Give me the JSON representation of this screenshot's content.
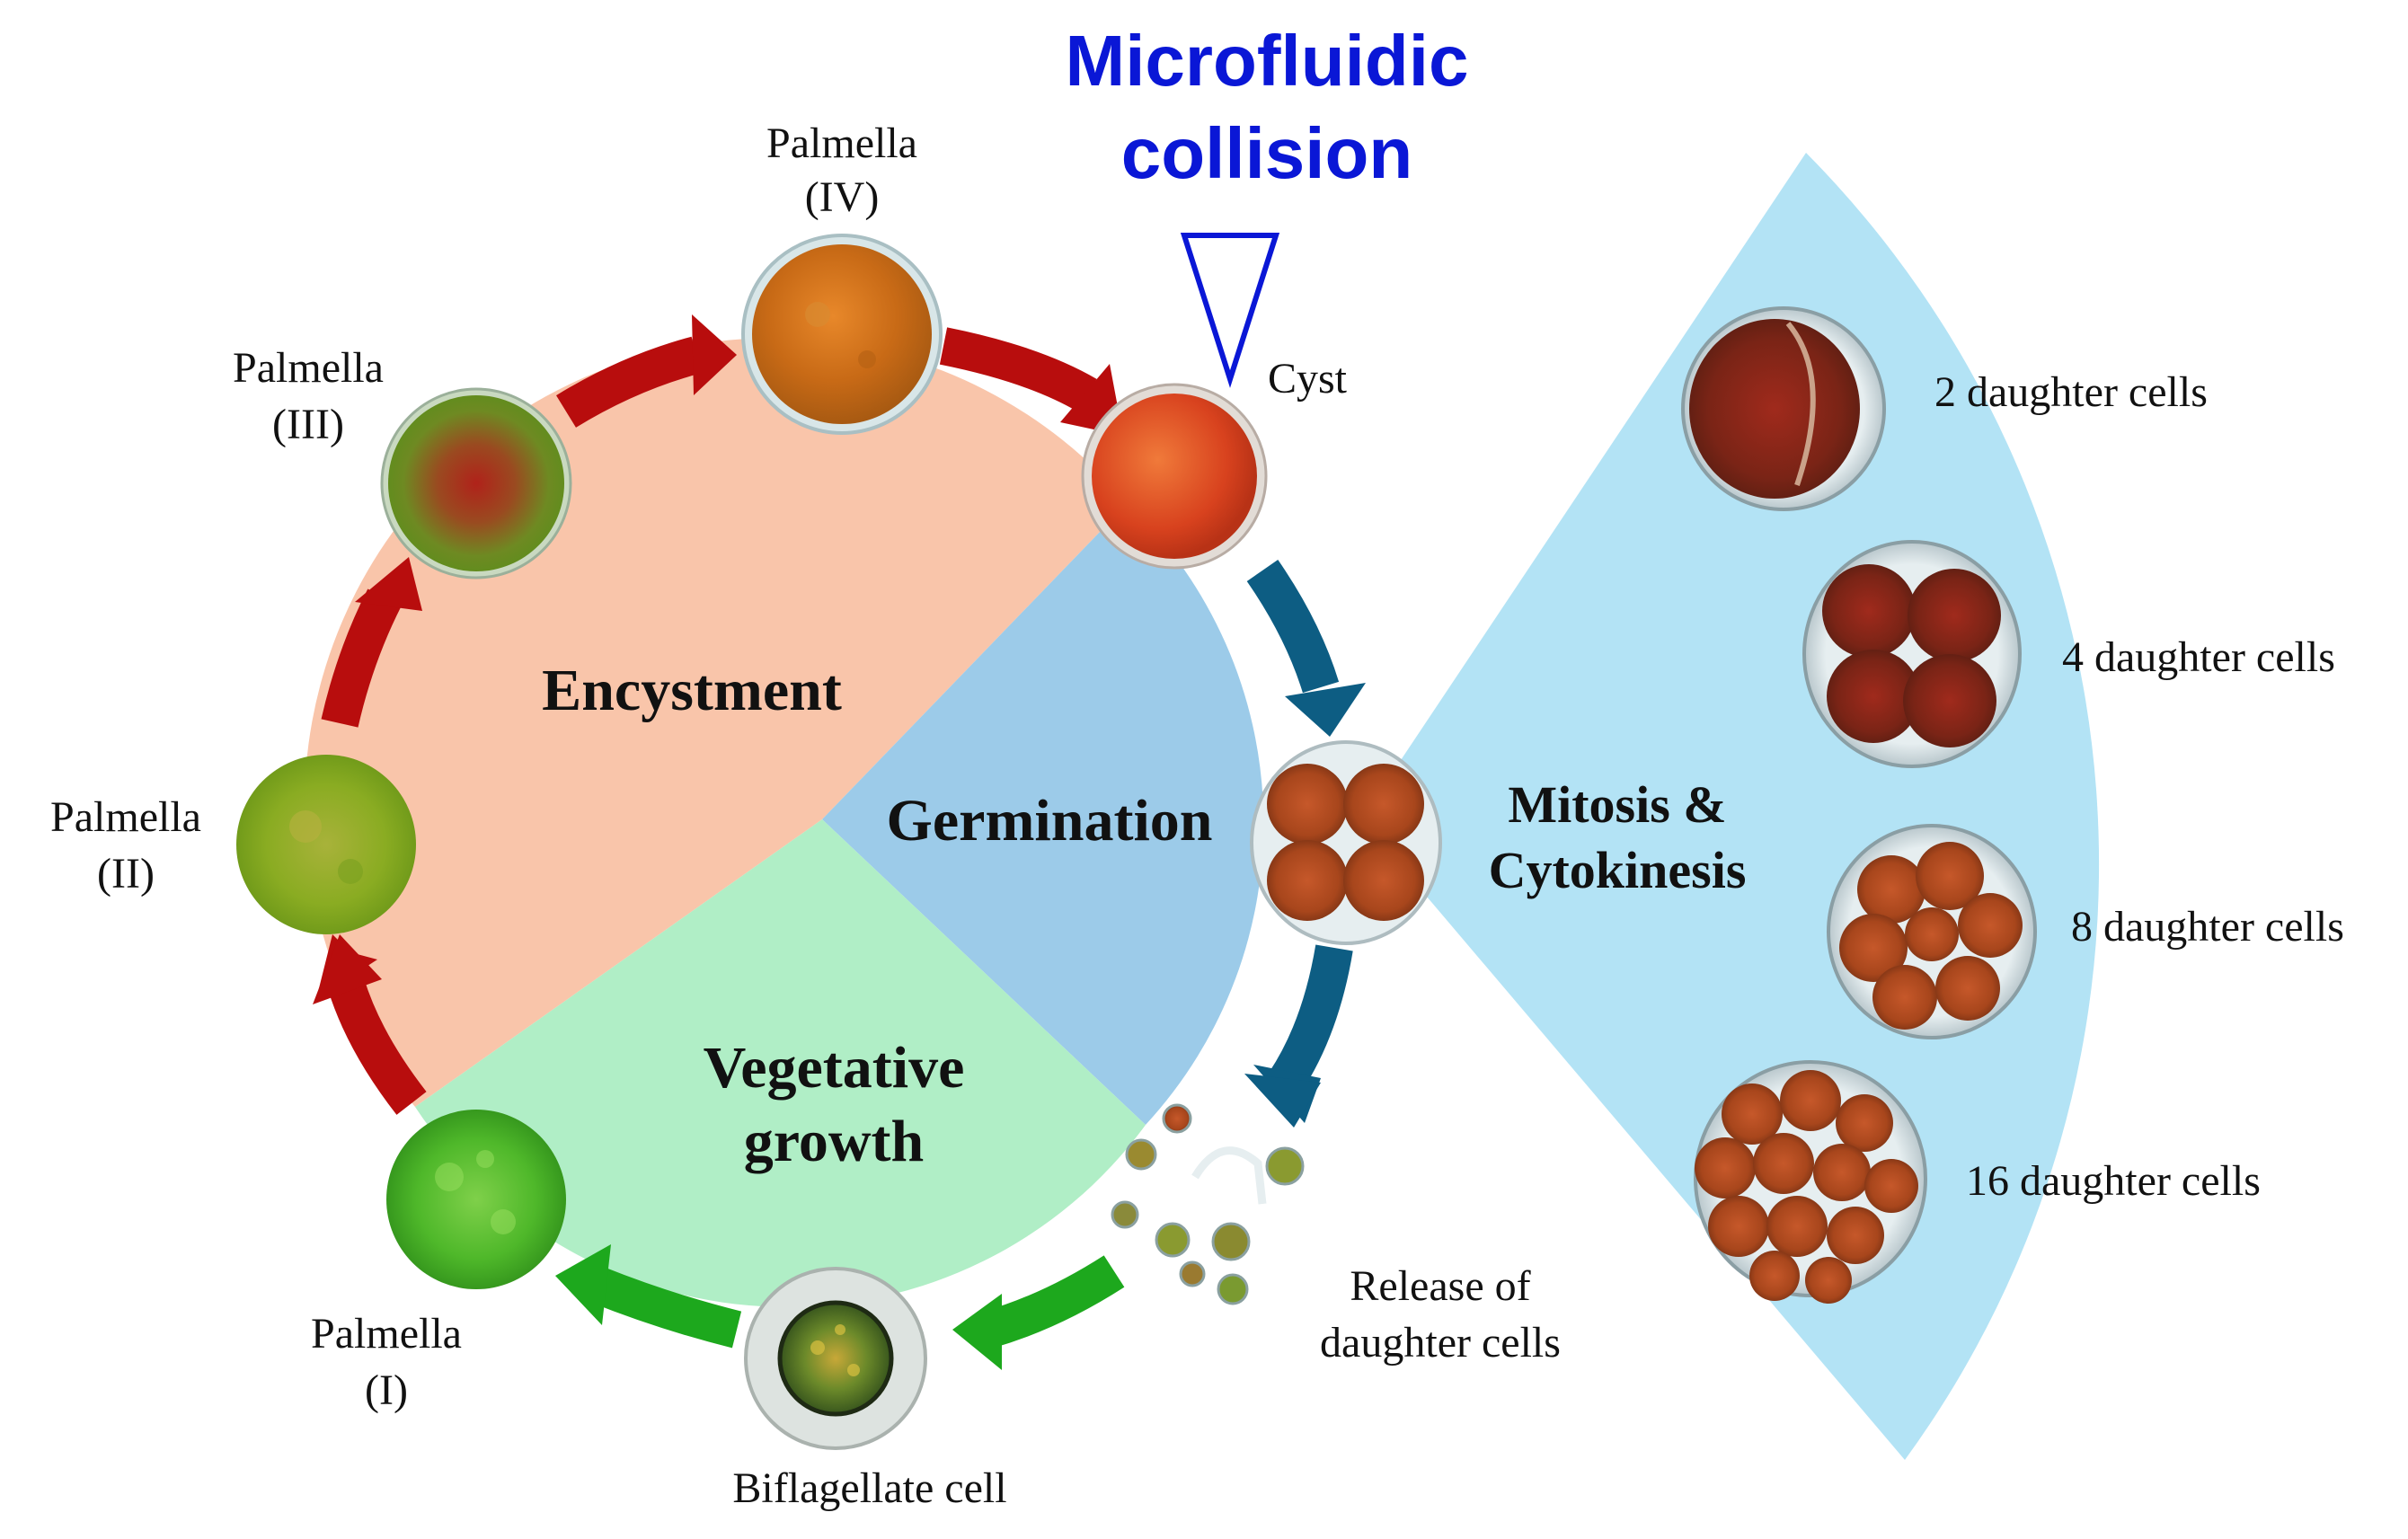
{
  "title": {
    "line1": "Microfluidic",
    "line2": "collision",
    "color": "#0a17d6"
  },
  "phases": {
    "encystment": "Encystment",
    "germination": "Germination",
    "vegetative_line1": "Vegetative",
    "vegetative_line2": "growth",
    "mitosis_line1": "Mitosis &",
    "mitosis_line2": "Cytokinesis"
  },
  "stages": {
    "palmella_iv_name": "Palmella",
    "palmella_iv_num": "(IV)",
    "palmella_iii_name": "Palmella",
    "palmella_iii_num": "(III)",
    "palmella_ii_name": "Palmella",
    "palmella_ii_num": "(II)",
    "palmella_i_name": "Palmella",
    "palmella_i_num": "(I)",
    "cyst": "Cyst",
    "biflagellate": "Biflagellate  cell",
    "release_line1": "Release of",
    "release_line2": "daughter cells"
  },
  "daughter_cells": [
    "2 daughter cells",
    "4 daughter cells",
    "8 daughter cells",
    "16 daughter cells"
  ],
  "colors": {
    "encystment_sector": "#f9c5aa",
    "germination_sector": "#9ccbe9",
    "vegetative_sector": "#b0eec6",
    "mitosis_fan": "#b3e3f5",
    "red_arrow": "#b80d0d",
    "blue_arrow": "#0d5d83",
    "green_arrow": "#1da81d"
  }
}
